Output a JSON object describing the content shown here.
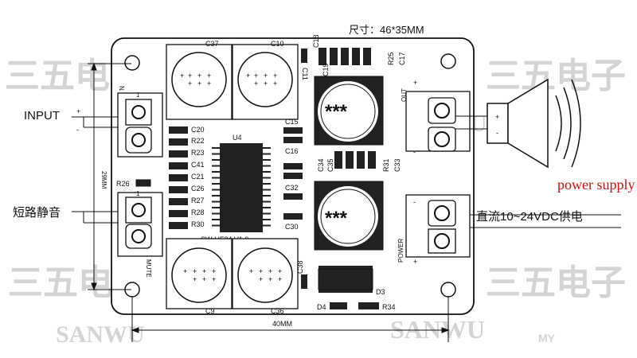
{
  "size_label": "尺寸：46*35MM",
  "chip_label": "U4",
  "board_label": "SW-HF24 V1.0",
  "power_supply_note": "power supply",
  "power_supply_desc": "直流10~24VDC供电",
  "input_label": "INPUT",
  "mute_label": "短路静音",
  "mute_pin_label": "MUTE",
  "out_label": "OUT",
  "power_pin_label": "POWER",
  "dim_height": "29MM",
  "dim_width": "40MM",
  "inductor_mark": "***",
  "plus_sign": "+",
  "minus_sign": "-",
  "pin1": "1",
  "n_label": "N",
  "watermark_text": "三五电子",
  "watermark_brand": "SANWU",
  "watermark_corner": "MY",
  "caps_top": [
    "C37",
    "C10"
  ],
  "caps_bottom": [
    "C9",
    "C36"
  ],
  "left_components": [
    "C20",
    "R22",
    "R23",
    "C41",
    "C21",
    "C26",
    "R27",
    "R28",
    "R30"
  ],
  "right_components": [
    "C15",
    "C16",
    "C32",
    "C30"
  ],
  "top_col_components": [
    "C18",
    "C19",
    "R25",
    "C17"
  ],
  "mid_col_components": [
    "C34",
    "C35",
    "R31",
    "C33"
  ],
  "misc_components": {
    "c11": "C11",
    "r26": "R26",
    "c38": "C38",
    "d3": "D3",
    "d4": "D4",
    "r34": "R34"
  },
  "colors": {
    "line": "#111111",
    "watermark": "#cfcfcf",
    "power_red": "#cc1111"
  }
}
